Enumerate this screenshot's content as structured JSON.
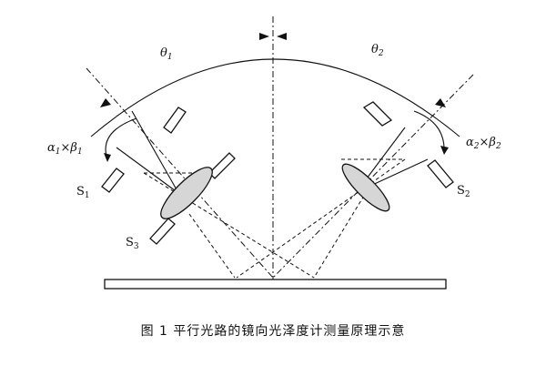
{
  "diagram": {
    "labels": {
      "theta1": "θ",
      "theta1_sub": "1",
      "theta2": "θ",
      "theta2_sub": "2",
      "alpha1_beta1": "α",
      "alpha1_sub": "1",
      "times1": "×β",
      "beta1_sub": "1",
      "alpha2_beta2": "α",
      "alpha2_sub": "2",
      "times2": "×β",
      "beta2_sub": "2",
      "s1": "S",
      "s1_sub": "1",
      "s2": "S",
      "s2_sub": "2",
      "s3": "S",
      "s3_sub": "3"
    },
    "caption": "图 1   平行光路的镜向光泽度计测量原理示意"
  }
}
